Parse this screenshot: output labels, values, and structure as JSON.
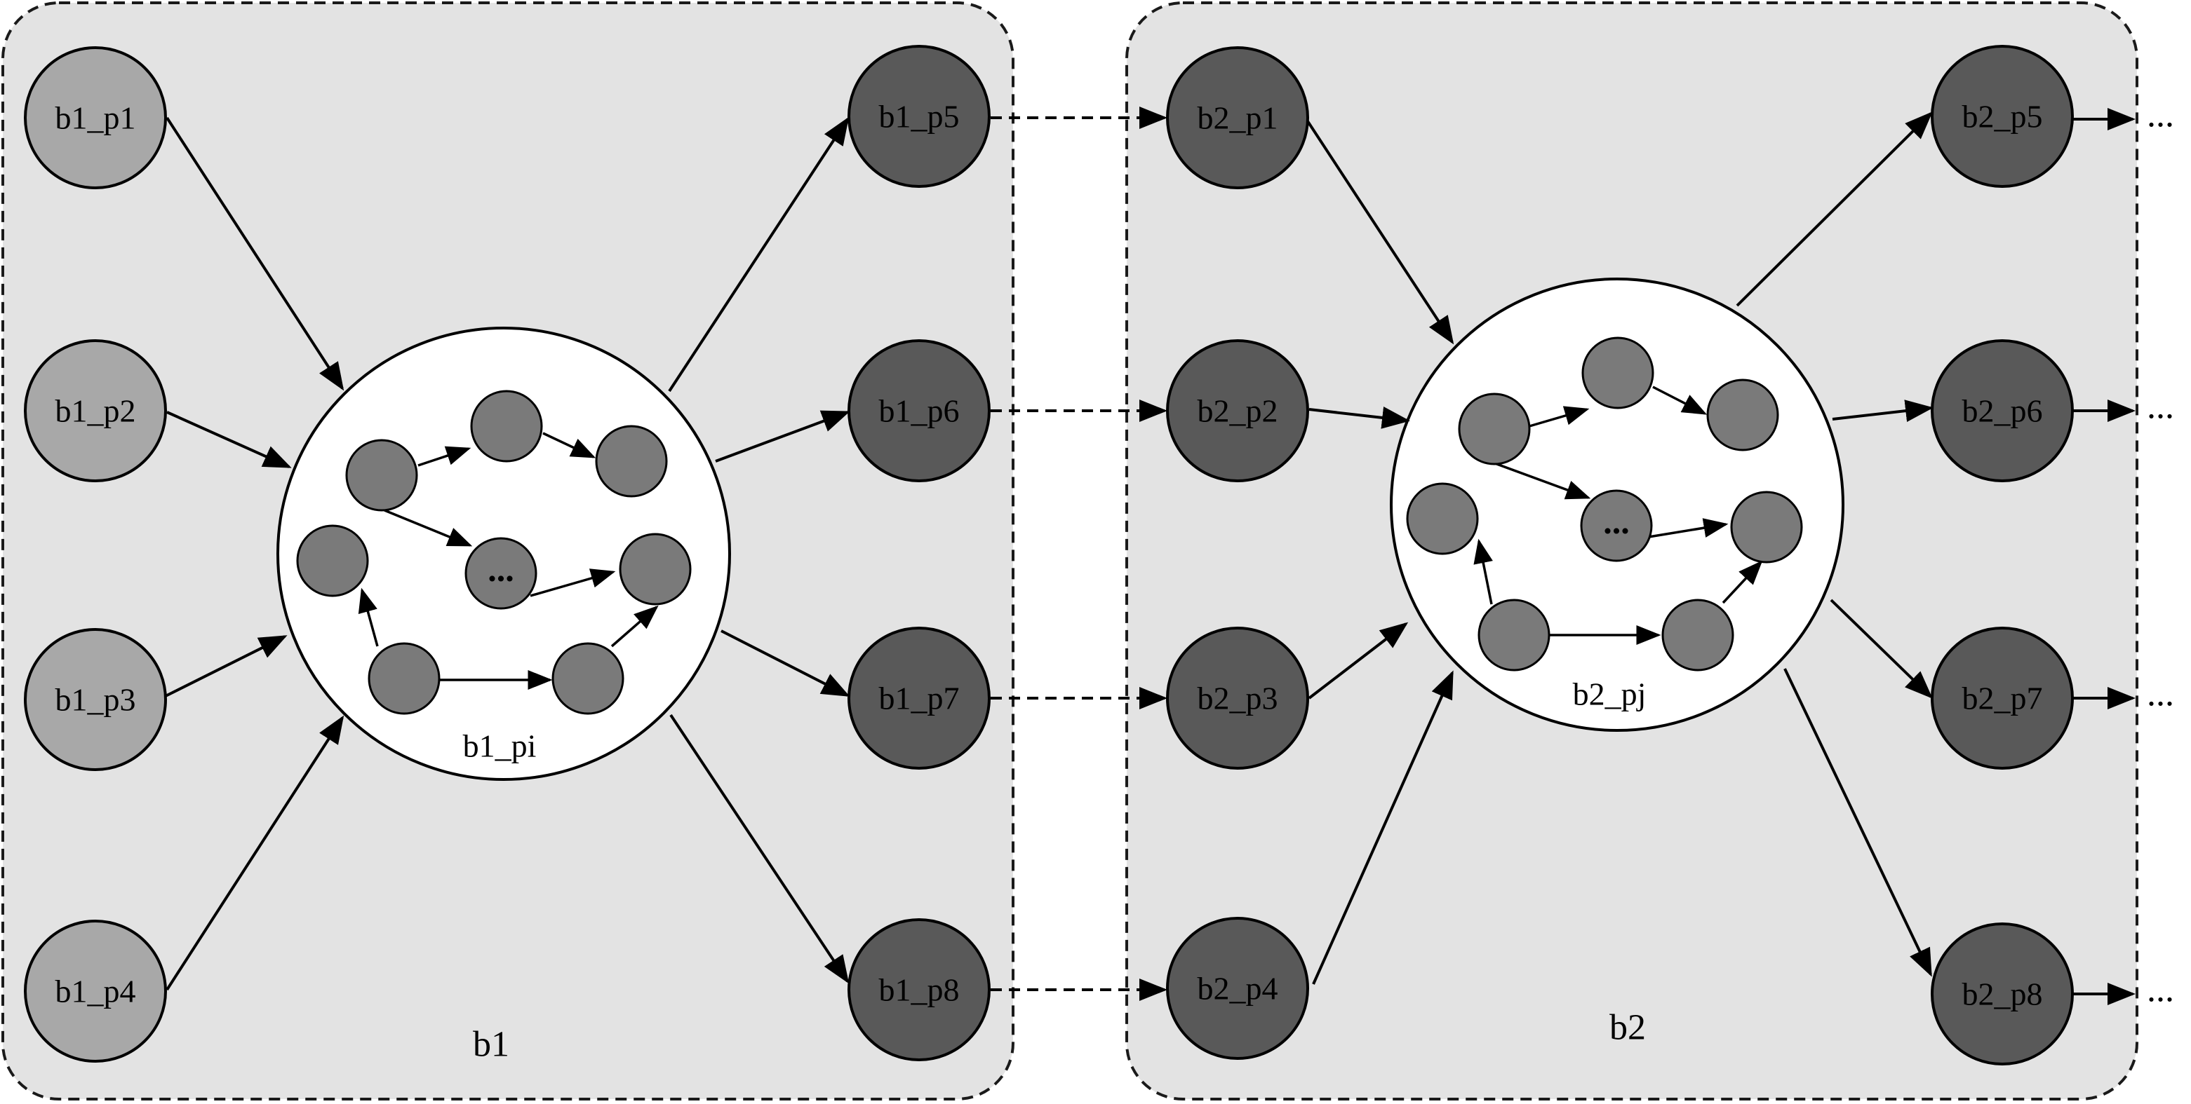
{
  "colors": {
    "background": "#ffffff",
    "group_fill": "#e3e3e3",
    "input_node": "#a8a8a8",
    "output_node": "#595959",
    "inner_node": "#7a7a7a",
    "container_fill": "#ffffff",
    "stroke": "#000000"
  },
  "groups": [
    {
      "id": "b1",
      "label": "b1",
      "container_label": "b1_pi",
      "inputs": [
        "b1_p1",
        "b1_p2",
        "b1_p3",
        "b1_p4"
      ],
      "outputs": [
        "b1_p5",
        "b1_p6",
        "b1_p7",
        "b1_p8"
      ],
      "inner_ellipsis": "..."
    },
    {
      "id": "b2",
      "label": "b2",
      "container_label": "b2_pj",
      "inputs": [
        "b2_p1",
        "b2_p2",
        "b2_p3",
        "b2_p4"
      ],
      "outputs": [
        "b2_p5",
        "b2_p6",
        "b2_p7",
        "b2_p8"
      ],
      "inner_ellipsis": "..."
    }
  ],
  "continuation": "..."
}
